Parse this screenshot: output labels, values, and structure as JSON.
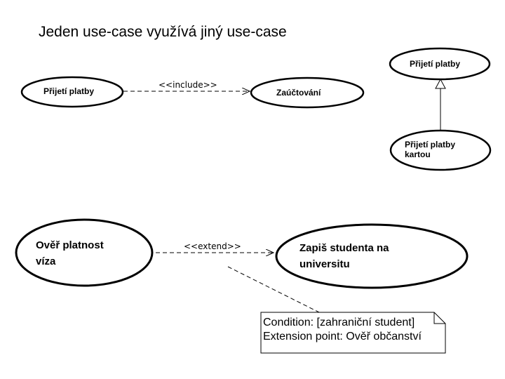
{
  "title": "Jeden use-case využívá jiný use-case",
  "usecases": {
    "include_source": "Přijetí platby",
    "include_target": "Zaúčtování",
    "general_parent": "Přijetí platby",
    "general_child_line1": "Přijetí platby",
    "general_child_line2": "kartou",
    "extend_source_line1": "Ověř platnost",
    "extend_source_line2": "víza",
    "extend_target_line1": "Zapiš studenta na",
    "extend_target_line2": "universitu"
  },
  "stereotypes": {
    "include": "<<include>>",
    "extend": "<<extend>>"
  },
  "note": {
    "line1": "Condition: [zahraniční student]",
    "line2": "Extension point: Ověř občanství"
  }
}
